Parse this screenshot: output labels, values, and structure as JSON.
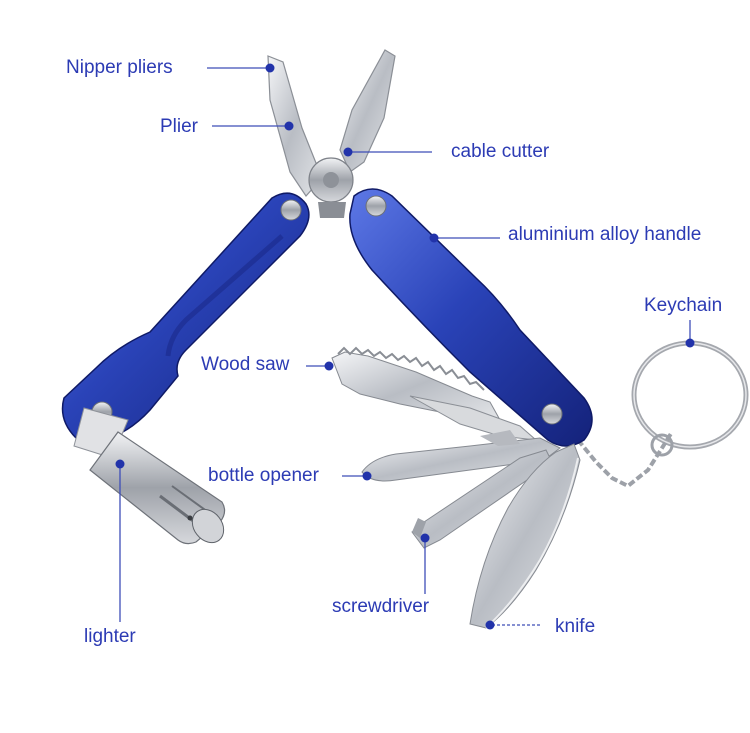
{
  "labels": {
    "nipper_pliers": "Nipper pliers",
    "plier": "Plier",
    "cable_cutter": "cable cutter",
    "aluminium_alloy_handle": "aluminium alloy handle",
    "keychain": "Keychain",
    "wood_saw": "Wood saw",
    "bottle_opener": "bottle opener",
    "screwdriver": "screwdriver",
    "knife": "knife",
    "lighter": "lighter"
  },
  "colors": {
    "label_text": "#2c3bb4",
    "leader_line": "#3e4eb8",
    "leader_dot": "#2233aa",
    "handle_blue": "#2a43b8",
    "steel": "#c9ccd1",
    "background": "#ffffff"
  }
}
